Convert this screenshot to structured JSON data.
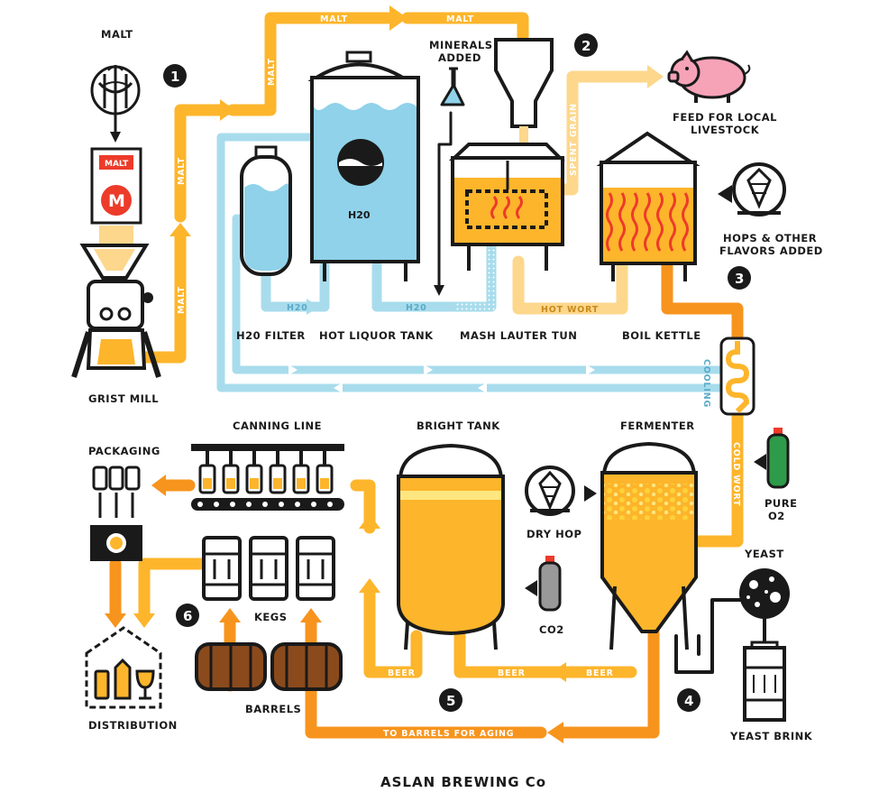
{
  "colors": {
    "orange": "#fdb52b",
    "dark_orange": "#f7941d",
    "light_orange": "#fdd78c",
    "blue": "#a8dcec",
    "water": "#8fd2ea",
    "black": "#1a1a1a",
    "red": "#ed3b2a",
    "green": "#2e9b4a",
    "pink": "#f6a3b8",
    "brown": "#8b4a1c"
  },
  "labels": {
    "malt": "MALT",
    "grist_mill": "GRIST MILL",
    "minerals_added": [
      "MINERALS",
      "ADDED"
    ],
    "h2o_filter": "H20 FILTER",
    "hot_liquor_tank": "HOT LIQUOR TANK",
    "tank_h2o": "H20",
    "mash_lauter_tun": "MASH LAUTER TUN",
    "boil_kettle": "BOIL KETTLE",
    "feed_livestock": [
      "FEED FOR LOCAL",
      "LIVESTOCK"
    ],
    "hops_flavors": [
      "HOPS & OTHER",
      "FLAVORS ADDED"
    ],
    "canning_line": "CANNING LINE",
    "bright_tank": "BRIGHT TANK",
    "fermenter": "FERMENTER",
    "packaging": "PACKAGING",
    "dry_hop": "DRY HOP",
    "co2": "CO2",
    "pure_o2": [
      "PURE",
      "O2"
    ],
    "yeast": "YEAST",
    "kegs": "KEGS",
    "barrels": "BARRELS",
    "distribution": "DISTRIBUTION",
    "yeast_brink": "YEAST BRINK",
    "bag_text": "MALT",
    "bag_logo": "M"
  },
  "pipe_labels": {
    "malt_vertical_1": "MALT",
    "malt_vertical_2": "MALT",
    "malt_top_1": "MALT",
    "malt_top_2": "MALT",
    "spent_grain": "SPENT GRAIN",
    "h2o_1": "H20",
    "h2o_2": "H20",
    "hot_wort": "HOT WORT",
    "cooling": "COOLING",
    "cold_wort": "COLD WORT",
    "beer_1": "BEER",
    "beer_2": "BEER",
    "beer_3": "BEER",
    "to_barrels": "TO BARRELS FOR AGING"
  },
  "steps": [
    "1",
    "2",
    "3",
    "4",
    "5",
    "6"
  ],
  "brand": "ASLAN BREWING Co"
}
